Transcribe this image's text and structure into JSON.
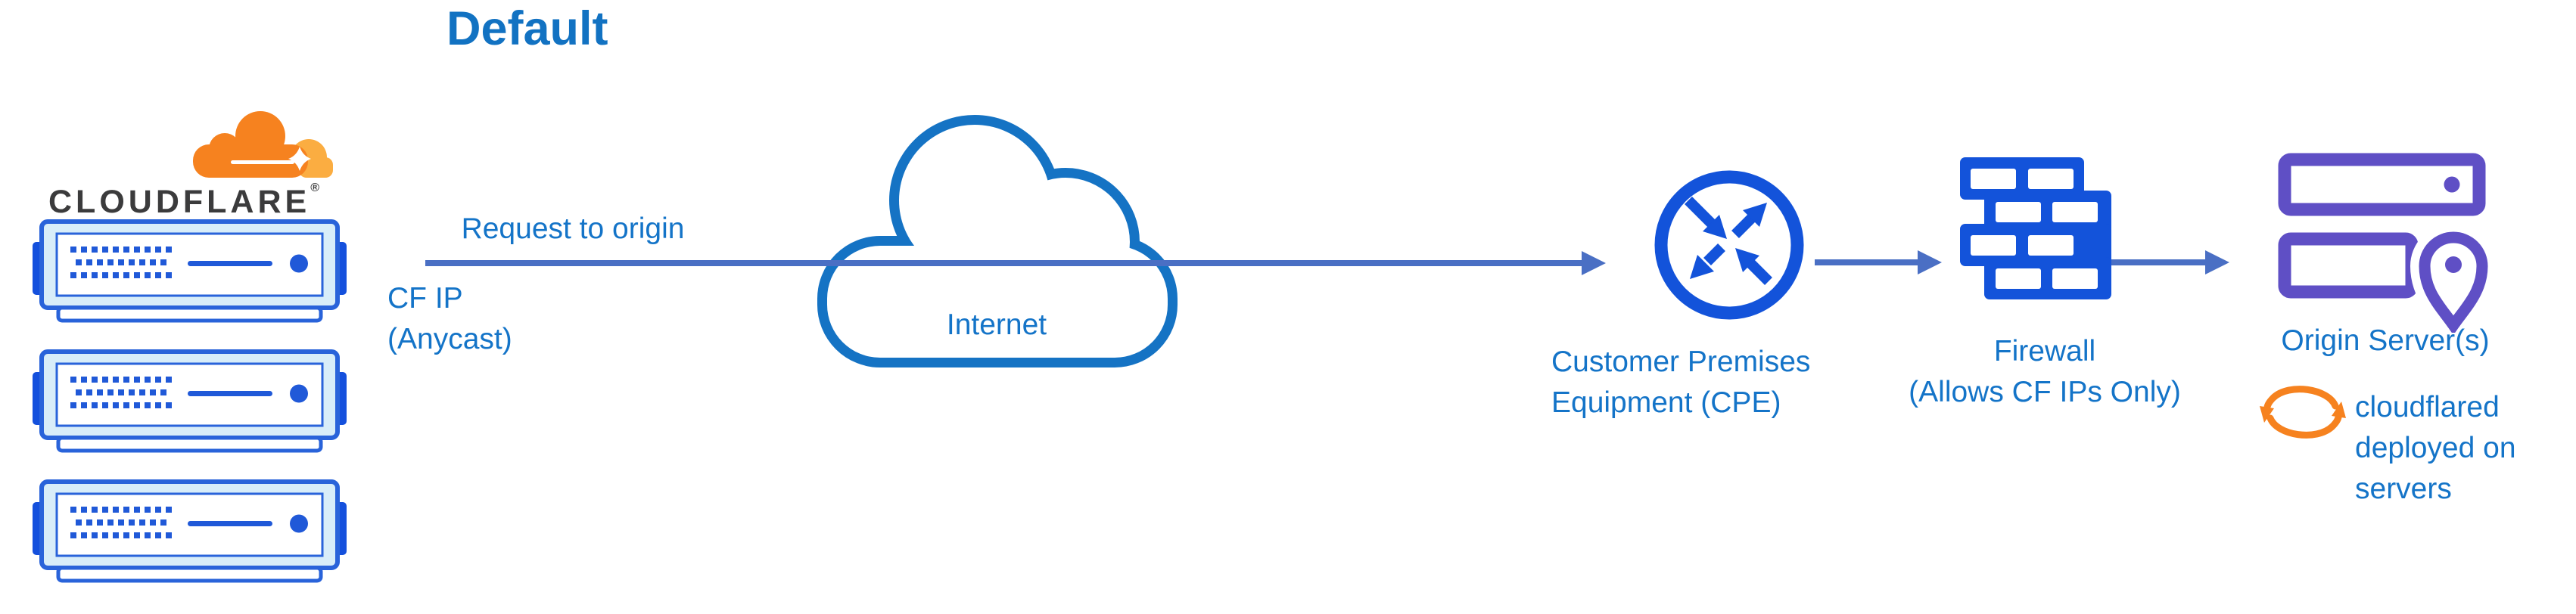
{
  "title": "Default",
  "logo": {
    "wordmark": "CLOUDFLARE",
    "registered": "®"
  },
  "labels": {
    "request_to_origin": "Request to origin",
    "cf_ip": {
      "line1": "CF IP",
      "line2": "(Anycast)"
    },
    "internet": "Internet",
    "cpe": {
      "line1": "Customer Premises",
      "line2": "Equipment (CPE)"
    },
    "firewall": {
      "line1": "Firewall",
      "line2": "(Allows CF IPs Only)"
    },
    "origin_servers": "Origin Server(s)",
    "cloudflared": {
      "line1": "cloudflared",
      "line2": "deployed on",
      "line3": "servers"
    }
  },
  "icons": {
    "logo": "cloudflare-cloud-logo",
    "edge": "server-stack-icon",
    "internet": "cloud-icon",
    "cpe": "router-arrows-icon",
    "firewall": "brick-wall-icon",
    "origin": "servers-location-pin-icon",
    "cloudflared": "sync-arrows-icon"
  },
  "colors": {
    "title-blue": "#1272c2",
    "label-blue": "#1474c8",
    "arrow-blue": "#4a6fc4",
    "icon-blue": "#1353da",
    "cloud-blue": "#1573c4",
    "server-stroke": "#2963da",
    "server-fill": "#d8edf9",
    "server-detail": "#2059d8",
    "tab-blue": "#1450dd",
    "purple": "#5f4fc5",
    "orange": "#f6821f",
    "orange-light": "#fbad41",
    "wordmark-dark": "#3b3b3c"
  }
}
